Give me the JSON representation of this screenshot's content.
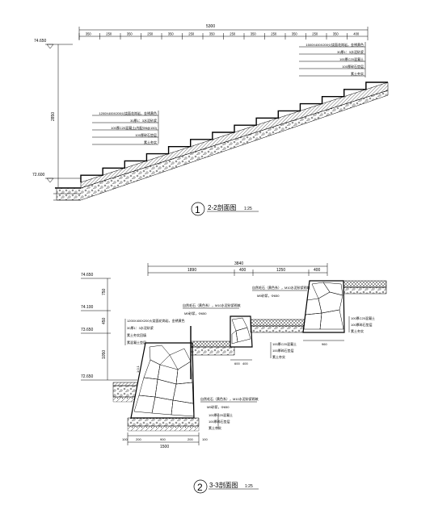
{
  "section_22": {
    "title_no": "1",
    "title": "2-2剖面图",
    "scale": "1:25",
    "total_width": "5300",
    "segments": [
      "350",
      "250",
      "350",
      "250",
      "350",
      "250",
      "350",
      "250",
      "350",
      "250",
      "350",
      "250",
      "350",
      "400"
    ],
    "height": "2850",
    "top_elev": "74.650",
    "bottom_elev": "72.600",
    "layers_top": [
      "1500X400X200火烧面花岗岩，金锈黄色",
      "30厚1：3水泥砂浆",
      "100厚C20混凝土",
      "100厚碎石垫层",
      "素土夯实"
    ],
    "layers_mid": [
      "1200X400X200火烧面花岗岩，金锈黄色",
      "30厚1：3水泥砂浆",
      "100厚C20混凝土(内配Φ8@150)",
      "100厚碎石垫层",
      "素土夯实"
    ]
  },
  "section_33": {
    "title_no": "2",
    "title": "3-3剖面图",
    "scale": "1:25",
    "total_width": "3840",
    "segments_top": [
      "1890",
      "400",
      "1250",
      "400"
    ],
    "elevations": [
      "74.650",
      "74.100",
      "73.650",
      "72.650"
    ],
    "heights_left": [
      "750",
      "450",
      "1050"
    ],
    "layers_left": [
      "1200X400X200火烧面花岗岩，金锈黄色",
      "30厚1：3水泥砂浆",
      "素土夯实回填",
      "素混凝土垫层"
    ],
    "note_stone_top": "自然毛石（黄色系），M10水泥砂浆砌筑",
    "note_stone_top2": "M5砂浆，Φ650",
    "note_stone_mid": "自然毛石（黄色系），M10水泥砂浆砌筑",
    "note_stone_mid2": "M5砂浆，Φ650",
    "note_stone_bottom": "自然毛石（黄色系），M10水泥砂浆砌筑",
    "note_stone_bottom2": "M5砂浆，Φ650",
    "layers_right": [
      "100厚C20混凝土",
      "100厚碎石垫层",
      "素土夯实"
    ],
    "layers_mid_small": [
      "100厚C20混凝土",
      "100厚碎石垫层",
      "素土夯实"
    ],
    "layers_bottom": [
      "100厚C20混凝土",
      "100厚碎石垫层",
      "素土夯实"
    ],
    "dims_mid": [
      "600",
      "400"
    ],
    "dims_right": [
      "960"
    ],
    "dims_bottom": [
      "100",
      "200",
      "900",
      "200",
      "100"
    ],
    "dim_bottom_total": "1500",
    "slope": "1:0.1"
  }
}
